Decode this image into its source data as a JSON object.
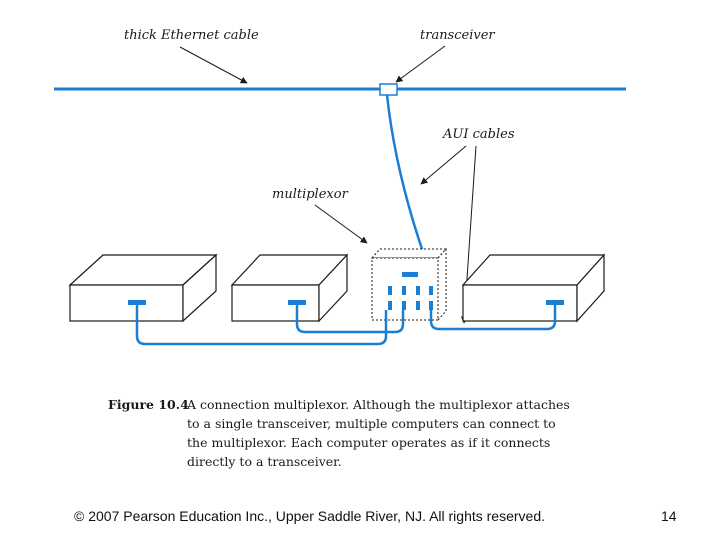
{
  "labels": {
    "thick_cable": "thick Ethernet cable",
    "transceiver": "transceiver",
    "aui_cables": "AUI cables",
    "multiplexor": "multiplexor"
  },
  "caption": {
    "label": "Figure 10.4",
    "text": "A connection multiplexor. Although the multiplexor attaches to a single transceiver, multiple computers can connect to the multiplexor. Each computer operates as if it connects directly to a transceiver."
  },
  "footer": {
    "copyright": "© 2007 Pearson Education Inc., Upper Saddle River, NJ. All rights reserved.",
    "page_number": "14"
  },
  "colors": {
    "cable": "#1a7fd4",
    "box_stroke": "#1a1a1a"
  }
}
